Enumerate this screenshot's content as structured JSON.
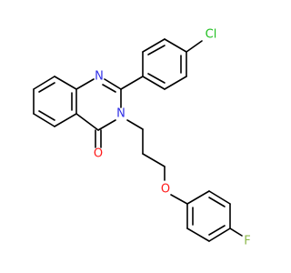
{
  "molecule": {
    "atoms": {
      "cl": "Cl",
      "n1": "N",
      "n3": "N",
      "o_carbonyl": "O",
      "o_ether": "O",
      "f": "F"
    },
    "colors": {
      "bond": "#000000",
      "n": "#2f2fe6",
      "o": "#ff1a1a",
      "cl": "#1fbf1f",
      "f": "#8bb84a"
    }
  }
}
